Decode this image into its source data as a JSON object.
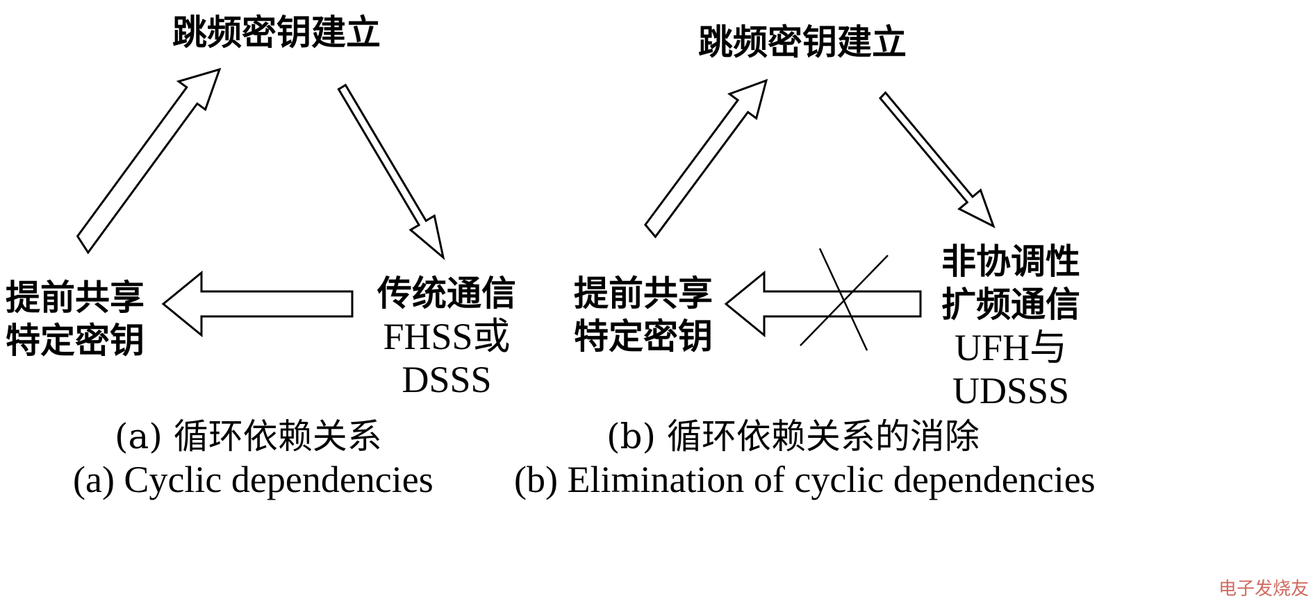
{
  "panel_a": {
    "top_label": "跳频密钥建立",
    "right_label": [
      "传统通信",
      "FHSS或",
      "DSSS"
    ],
    "left_label": [
      "提前共享",
      "特定密钥"
    ],
    "caption_zh": "(a) 循环依赖关系",
    "caption_en": "(a) Cyclic dependencies"
  },
  "panel_b": {
    "top_label": "跳频密钥建立",
    "right_label": [
      "非协调性",
      "扩频通信",
      "UFH与",
      "UDSSS"
    ],
    "left_label": [
      "提前共享",
      "特定密钥"
    ],
    "caption_zh": "(b) 循环依赖关系的消除",
    "caption_en": "(b) Elimination of cyclic dependencies"
  },
  "watermark": "电子发烧友",
  "colors": {
    "text": "#000000",
    "arrow_stroke": "#000000",
    "arrow_fill": "#ffffff",
    "watermark": "#c0392b"
  }
}
